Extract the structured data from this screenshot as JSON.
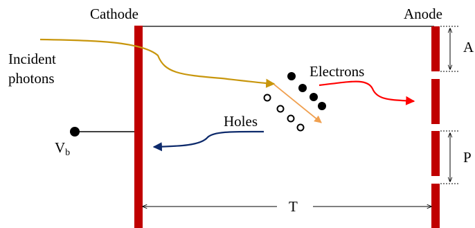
{
  "labels": {
    "cathode": "Cathode",
    "anode": "Anode",
    "incident_line1": "Incident",
    "incident_line2": "photons",
    "electrons": "Electrons",
    "holes": "Holes",
    "vb_main": "V",
    "vb_sub": "b",
    "dim_a": "A",
    "dim_p": "P",
    "dim_t": "T"
  },
  "colors": {
    "electrode": "#c00000",
    "photon_arrow": "#c8960c",
    "electron_arrow": "#ff0000",
    "hole_arrow": "#0d2a6b",
    "generation_arrow": "#f0a050",
    "charge": "#000000",
    "outline": "#000000"
  }
}
